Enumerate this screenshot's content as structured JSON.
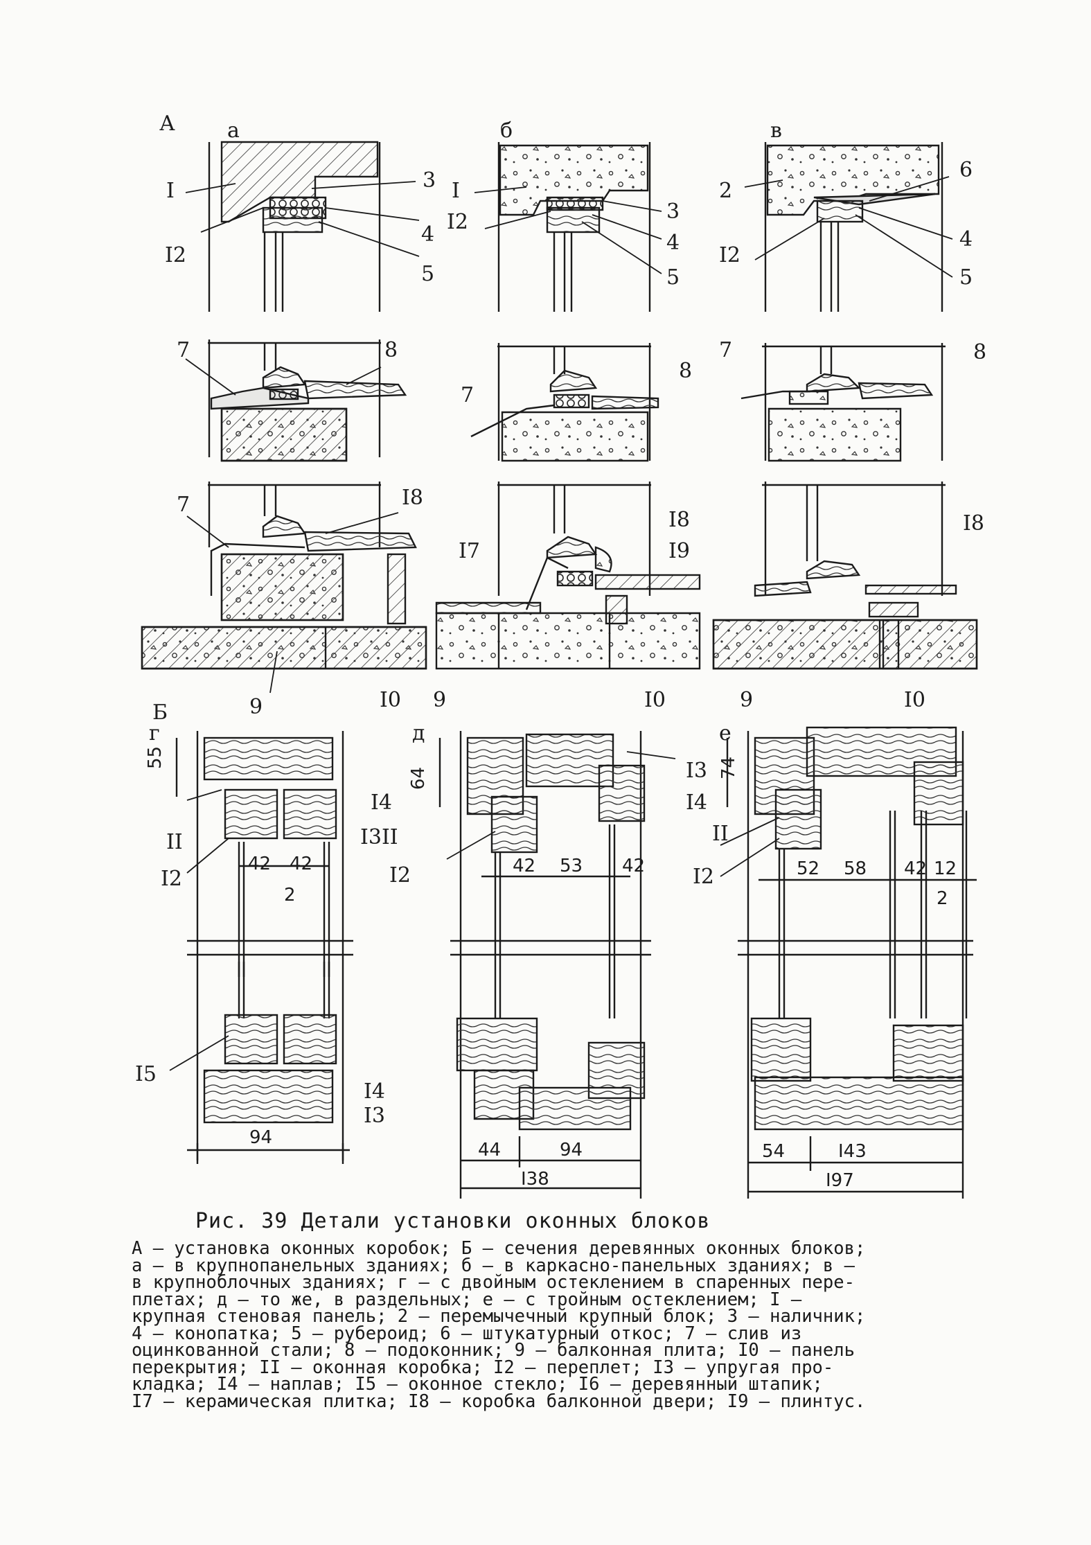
{
  "figure": {
    "section_labels": {
      "A": "А",
      "B": "Б"
    },
    "sub_labels": {
      "a": "а",
      "b": "б",
      "v": "в",
      "g": "г",
      "d": "д",
      "e": "е"
    },
    "callouts": {
      "c1": "I",
      "c2": "2",
      "c3": "3",
      "c4": "4",
      "c5": "5",
      "c6": "6",
      "c7": "7",
      "c8": "8",
      "c9": "9",
      "c10": "I0",
      "c11": "II",
      "c12": "I2",
      "c13": "I3",
      "c14": "I4",
      "c15": "I5",
      "c17": "I7",
      "c18": "I8",
      "c19": "I9",
      "c13_11": "I3II"
    },
    "dimensions": {
      "g": {
        "top": "55",
        "w1": "42",
        "w2": "42",
        "gap": "2",
        "bottom": "94"
      },
      "d": {
        "top": "64",
        "w1": "42",
        "w2": "53",
        "w3": "42",
        "b1": "44",
        "b2": "94",
        "total": "I38"
      },
      "e": {
        "top": "74",
        "w1": "52",
        "w2": "58",
        "w3": "42",
        "w4": "12",
        "gap": "2",
        "b1": "54",
        "b2": "I43",
        "total": "I97"
      }
    }
  },
  "caption": {
    "title": "Рис. 39  Детали установки оконных блоков",
    "legend": "А – установка оконных коробок; Б – сечения деревянных оконных блоков;\nа – в крупнопанельных зданиях; б – в каркасно-панельных зданиях; в –\nв крупноблочных зданиях; г – с двойным остеклением в спаренных пере-\nплетах; д – то же, в раздельных; е – с тройным остеклением; I –\nкрупная стеновая панель; 2 – перемычечный крупный блок; 3 – наличник;\n4 – конопатка; 5 – рубероид; 6 – штукатурный откос; 7 – слив из\nоцинкованной стали; 8 – подоконник; 9 – балконная плита; I0 – панель\nперекрытия; II – оконная коробка; I2 – переплет; I3 – упругая про-\nкладка; I4 – наплав; I5 – оконное стекло; I6 – деревянный штапик;\nI7 – керамическая плитка; I8 – коробка балконной двери; I9 – плинтус."
  }
}
